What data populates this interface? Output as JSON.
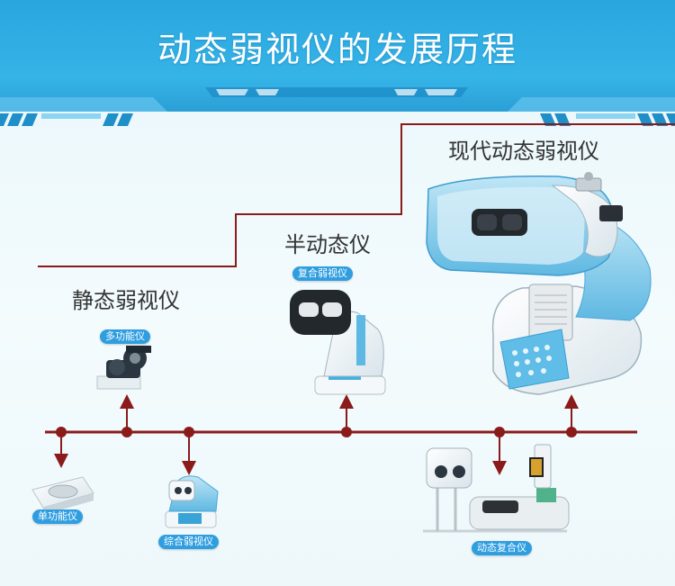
{
  "title": "动态弱视仪的发展历程",
  "stages": {
    "static": "静态弱视仪",
    "semi": "半动态仪",
    "modern": "现代动态弱视仪"
  },
  "badges": {
    "multi": "多功能仪",
    "composite": "复合弱视仪",
    "single": "单功能仪",
    "comprehensive": "综合弱视仪",
    "dynamic_composite": "动态复合仪"
  },
  "colors": {
    "header": "#2aa6de",
    "timeline": "#8b1a1a",
    "badge": "#2f9ee0",
    "stair": "#8b1a1a"
  }
}
